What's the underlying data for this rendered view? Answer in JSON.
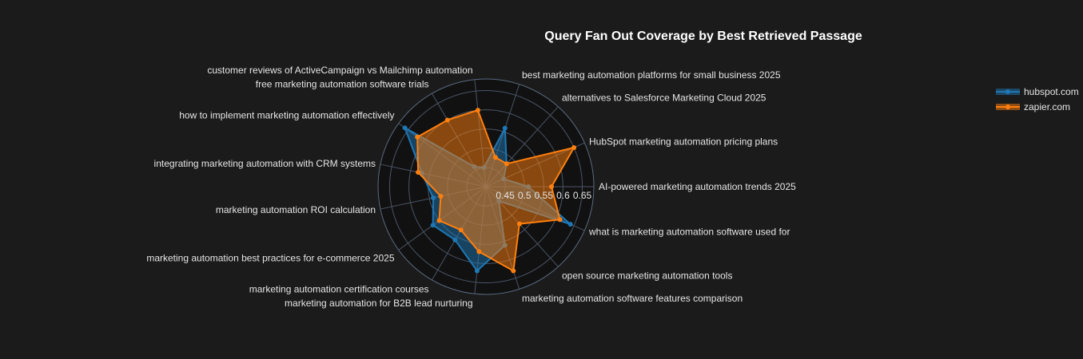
{
  "chart_data": {
    "type": "radar",
    "title": "Query Fan Out Coverage by Best Retrieved Passage",
    "categories": [
      "AI-powered marketing automation trends 2025",
      "HubSpot marketing automation pricing plans",
      "alternatives to Salesforce Marketing Cloud 2025",
      "best marketing automation platforms for small business 2025",
      "customer reviews of ActiveCampaign vs Mailchimp automation",
      "free marketing automation software trials",
      "how to implement marketing automation effectively",
      "integrating marketing automation with CRM systems",
      "marketing automation ROI calculation",
      "marketing automation best practices for e-commerce 2025",
      "marketing automation certification courses",
      "marketing automation for B2B lead nurturing",
      "marketing automation software features comparison",
      "open source marketing automation tools",
      "what is marketing automation software used for"
    ],
    "radial_range": [
      0.4,
      0.68
    ],
    "radial_ticks": [
      "0.45",
      "0.5",
      "0.55",
      "0.6",
      "0.65"
    ],
    "tick_values": [
      0.45,
      0.5,
      0.55,
      0.6,
      0.65
    ],
    "grid": true,
    "legend_position": "top-right",
    "series": [
      {
        "name": "hubspot.com",
        "color": "#1f77b4",
        "values": [
          0.51,
          0.45,
          0.48,
          0.56,
          0.45,
          0.46,
          0.66,
          0.57,
          0.54,
          0.57,
          0.56,
          0.62,
          0.56,
          0.45,
          0.64
        ]
      },
      {
        "name": "zapier.com",
        "color": "#ff7f0e",
        "values": [
          0.57,
          0.65,
          0.48,
          0.48,
          0.6,
          0.6,
          0.62,
          0.58,
          0.52,
          0.55,
          0.53,
          0.57,
          0.63,
          0.53,
          0.61
        ]
      }
    ]
  }
}
